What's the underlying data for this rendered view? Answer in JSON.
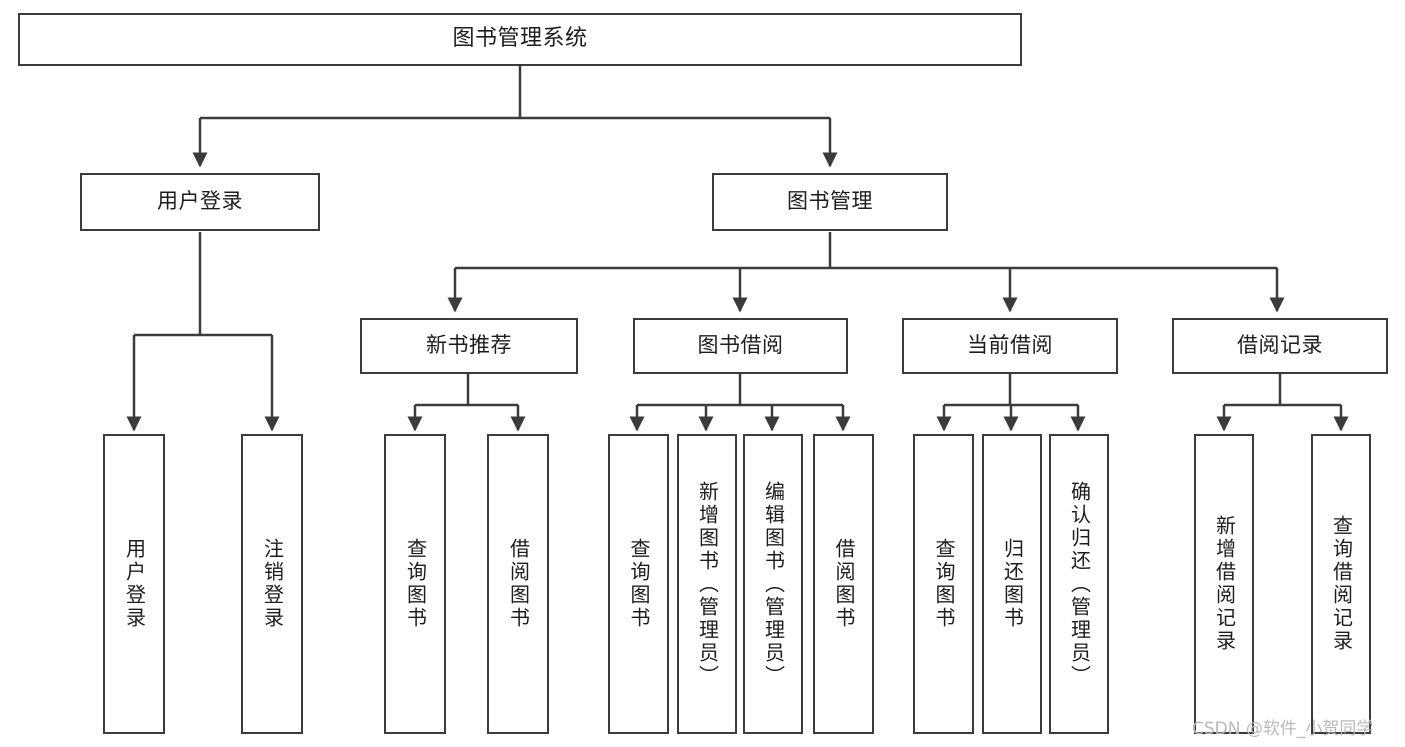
{
  "diagram": {
    "title": "图书管理系统",
    "type": "tree-hierarchy-diagram",
    "colors": {
      "stroke": "#3b3b3b",
      "fill": "#ffffff",
      "text": "#1d1d1d",
      "watermark": "#b9b9b9"
    },
    "root": {
      "label": "图书管理系统"
    },
    "level2": [
      {
        "label": "用户登录"
      },
      {
        "label": "图书管理"
      }
    ],
    "level3": [
      {
        "label": "新书推荐"
      },
      {
        "label": "图书借阅"
      },
      {
        "label": "当前借阅"
      },
      {
        "label": "借阅记录"
      }
    ],
    "leaves": {
      "user_login": [
        {
          "label": "用户登录"
        },
        {
          "label": "注销登录"
        }
      ],
      "new_book_recommend": [
        {
          "label": "查询图书"
        },
        {
          "label": "借阅图书"
        }
      ],
      "book_borrow": [
        {
          "label": "查询图书"
        },
        {
          "label": "新增图书（管理员）"
        },
        {
          "label": "编辑图书（管理员）"
        },
        {
          "label": "借阅图书"
        }
      ],
      "current_borrow": [
        {
          "label": "查询图书"
        },
        {
          "label": "归还图书"
        },
        {
          "label": "确认归还（管理员）"
        }
      ],
      "borrow_record": [
        {
          "label": "新增借阅记录"
        },
        {
          "label": "查询借阅记录"
        }
      ]
    },
    "watermark": "CSDN @软件_小贺同学"
  }
}
